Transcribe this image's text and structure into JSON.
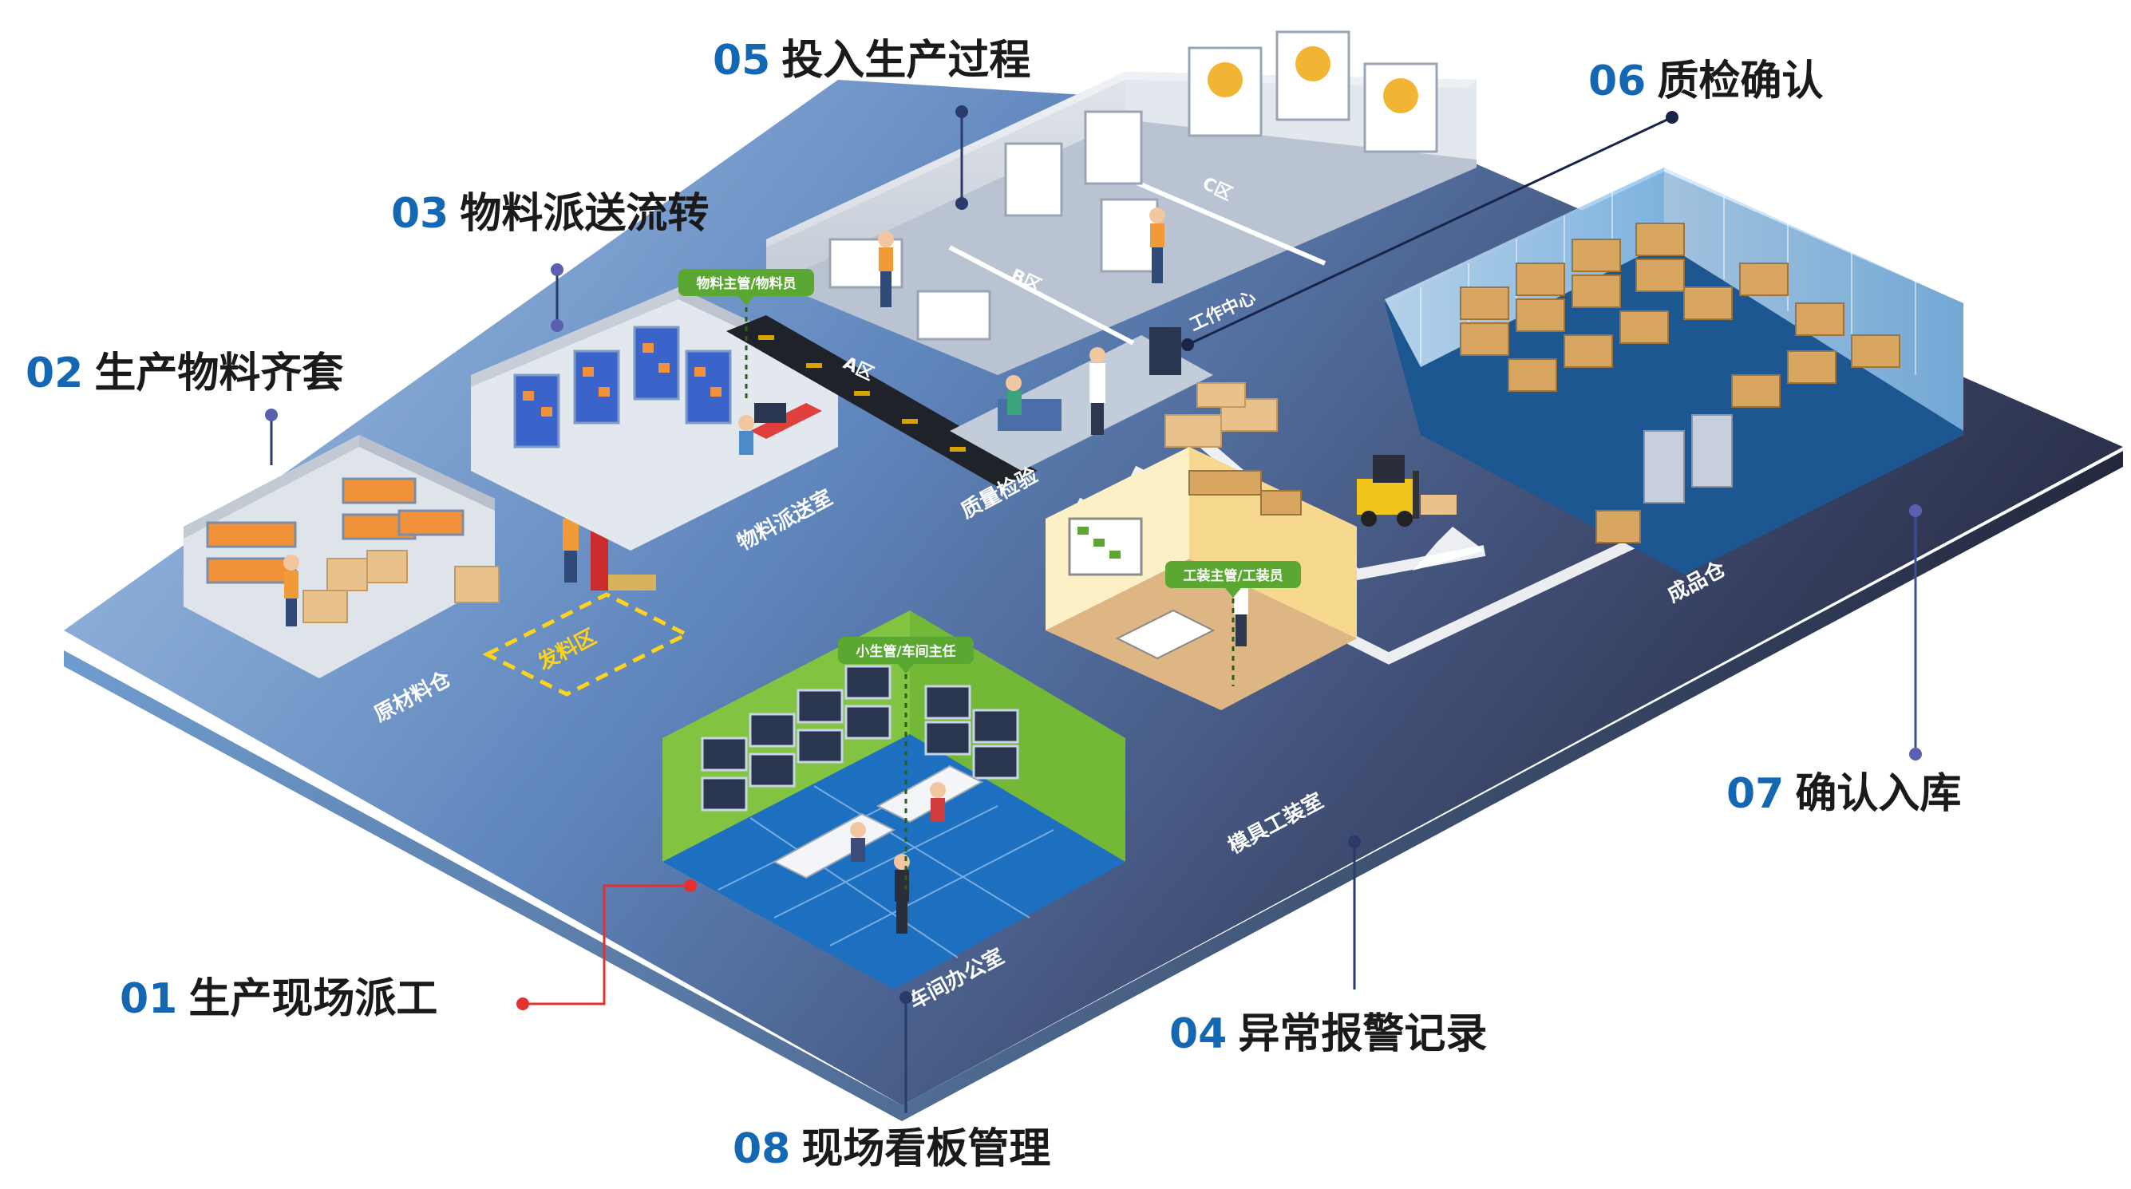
{
  "steps": [
    {
      "num": "01",
      "text": "生产现场派工"
    },
    {
      "num": "02",
      "text": "生产物料齐套"
    },
    {
      "num": "03",
      "text": "物料派送流转"
    },
    {
      "num": "04",
      "text": "异常报警记录"
    },
    {
      "num": "05",
      "text": "投入生产过程"
    },
    {
      "num": "06",
      "text": "质检确认"
    },
    {
      "num": "07",
      "text": "确认入库"
    },
    {
      "num": "08",
      "text": "现场看板管理"
    }
  ],
  "zones": {
    "raw_warehouse": "原材料仓",
    "issue_area": "发料区",
    "dispatch_room": "物料派送室",
    "quality_check": "质量检验",
    "work_center": "工作中心",
    "zone_a": "A区",
    "zone_b": "B区",
    "zone_c": "C区",
    "finished_warehouse": "成品仓",
    "mold_room": "模具工装室",
    "workshop_office": "车间办公室"
  },
  "tags": {
    "material": "物料主管/物料员",
    "tooling": "工装主管/工装员",
    "workshop": "小生管/车间主任"
  },
  "colors": {
    "accent": "#1467b3",
    "floor_light": "#8fb6df",
    "floor_dark": "#3b4462",
    "tag_green": "#5aa832",
    "red_dot": "#e53030",
    "office_green": "#82c341"
  }
}
